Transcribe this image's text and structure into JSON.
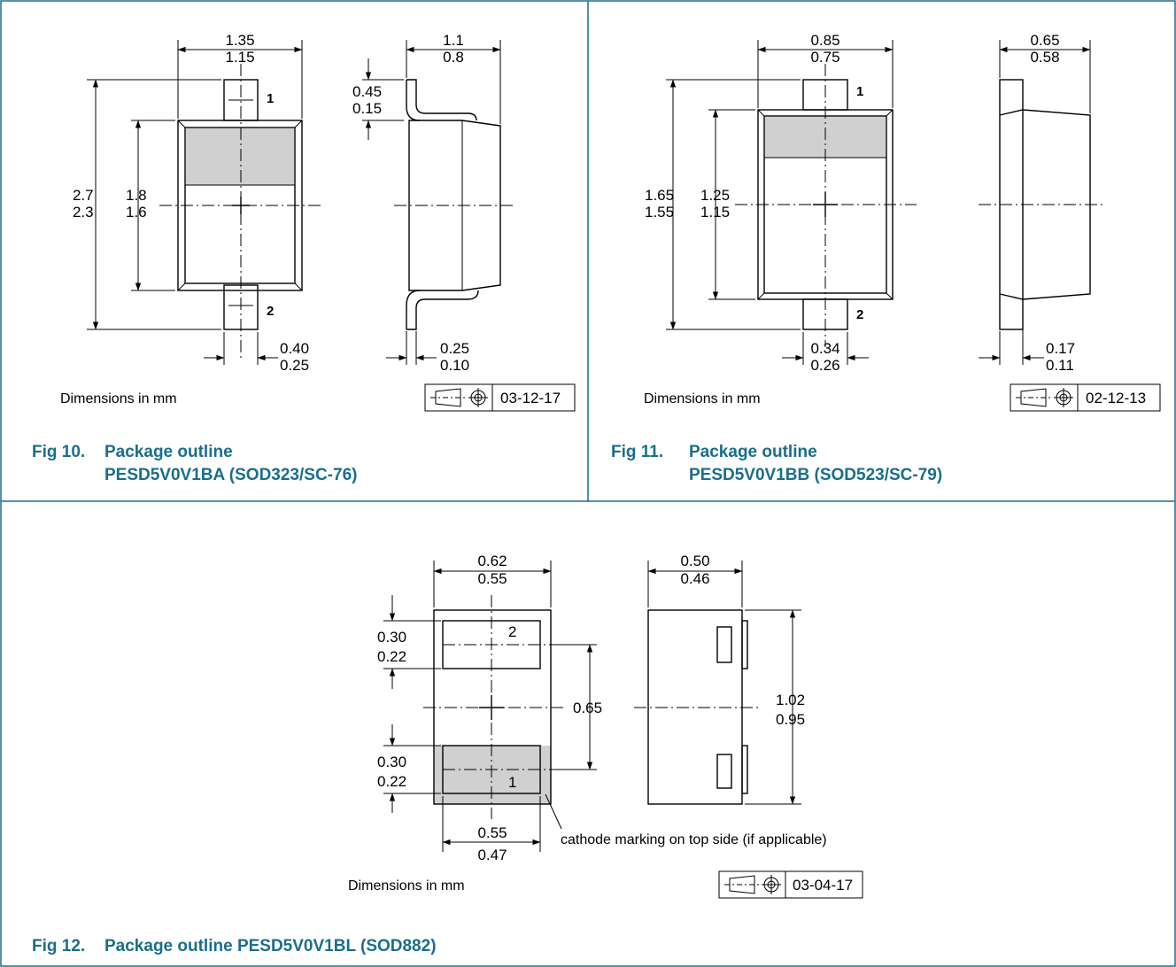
{
  "fig10": {
    "dims": {
      "width_max": "1.35",
      "width_min": "1.15",
      "height_total_max": "2.7",
      "height_total_min": "2.3",
      "body_height_max": "1.8",
      "body_height_min": "1.6",
      "lead_width_max": "0.40",
      "lead_width_min": "0.25",
      "side_width_max": "1.1",
      "side_width_min": "0.8",
      "lead_offset_max": "0.45",
      "lead_offset_min": "0.15",
      "lead_thick_max": "0.25",
      "lead_thick_min": "0.10"
    },
    "pin1": "1",
    "pin2": "2",
    "units_note": "Dimensions in mm",
    "code": "03-12-17",
    "caption_num": "Fig 10.",
    "caption_line1": "Package outline",
    "caption_line2": "PESD5V0V1BA (SOD323/SC-76)"
  },
  "fig11": {
    "dims": {
      "width_max": "0.85",
      "width_min": "0.75",
      "height_total_max": "1.65",
      "height_total_min": "1.55",
      "body_height_max": "1.25",
      "body_height_min": "1.15",
      "lead_width_max": "0.34",
      "lead_width_min": "0.26",
      "side_width_max": "0.65",
      "side_width_min": "0.58",
      "lead_thick_max": "0.17",
      "lead_thick_min": "0.11"
    },
    "pin1": "1",
    "pin2": "2",
    "units_note": "Dimensions in mm",
    "code": "02-12-13",
    "caption_num": "Fig 11.",
    "caption_line1": "Package outline",
    "caption_line2": "PESD5V0V1BB (SOD523/SC-79)"
  },
  "fig12": {
    "dims": {
      "width_max": "0.62",
      "width_min": "0.55",
      "pad_top_max": "0.30",
      "pad_top_min": "0.22",
      "pad_bottom_max": "0.30",
      "pad_bottom_min": "0.22",
      "pitch": "0.65",
      "pad_width_max": "0.55",
      "pad_width_min": "0.47",
      "side_width_max": "0.50",
      "side_width_min": "0.46",
      "length_max": "1.02",
      "length_min": "0.95"
    },
    "pin1": "1",
    "pin2": "2",
    "cathode_note": "cathode marking on top side (if applicable)",
    "units_note": "Dimensions in mm",
    "code": "03-04-17",
    "caption_num": "Fig 12.",
    "caption_text": "Package outline PESD5V0V1BL (SOD882)"
  },
  "colors": {
    "caption": "#1a6e8a",
    "frame": "#1a6e8a",
    "marking": "#d0d0d0"
  }
}
